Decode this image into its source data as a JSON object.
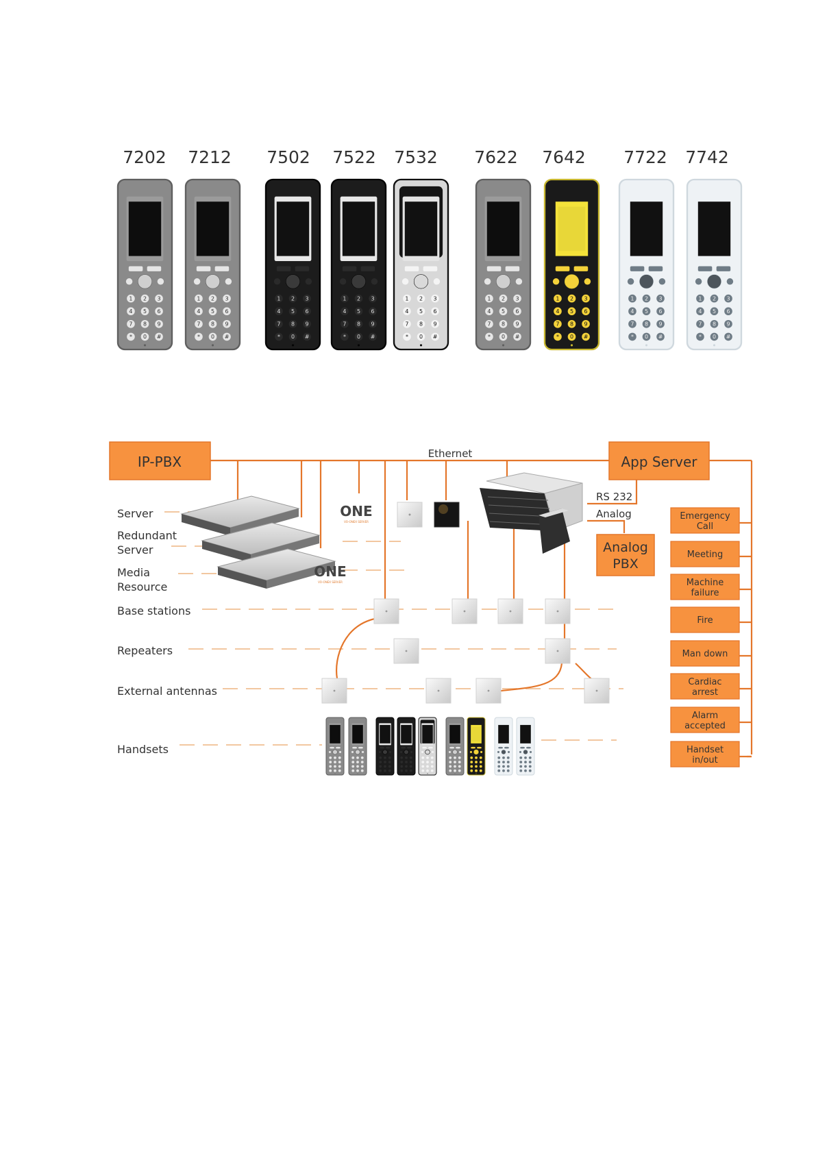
{
  "colors": {
    "orange_fill": "#f7923f",
    "orange_line": "#e4762a",
    "dashed_line": "#f2c7a0",
    "text": "#333333",
    "grey_handset": "#8c8c8c",
    "black_handset": "#1e1e1e",
    "silver_handset": "#d9d9d9",
    "yellow_accent": "#f5e23c",
    "white_handset": "#eeeeee"
  },
  "handset_models": [
    {
      "label": "7202",
      "style": "grey"
    },
    {
      "label": "7212",
      "style": "grey"
    },
    {
      "label": "7502",
      "style": "black"
    },
    {
      "label": "7522",
      "style": "black"
    },
    {
      "label": "7532",
      "style": "silver"
    },
    {
      "label": "7622",
      "style": "grey"
    },
    {
      "label": "7642",
      "style": "yellow"
    },
    {
      "label": "7722",
      "style": "white"
    },
    {
      "label": "7742",
      "style": "white"
    }
  ],
  "diagram": {
    "ip_pbx": "IP-PBX",
    "app_server": "App Server",
    "ethernet": "Ethernet",
    "rs232": "RS 232",
    "analog": "Analog",
    "analog_pbx": [
      "Analog",
      "PBX"
    ],
    "one_logo": "ONE",
    "one_subtext": "VO-ONEX SERVER",
    "tiers": {
      "server": [
        "Server"
      ],
      "redundant": [
        "Redundant",
        "Server"
      ],
      "media": [
        "Media",
        "Resource"
      ],
      "base": [
        "Base stations"
      ],
      "repeaters": [
        "Repeaters"
      ],
      "antennas": [
        "External antennas"
      ],
      "handsets": [
        "Handsets"
      ]
    },
    "events": [
      [
        "Emergency",
        "Call"
      ],
      [
        "Meeting"
      ],
      [
        "Machine",
        "failure"
      ],
      [
        "Fire"
      ],
      [
        "Man down"
      ],
      [
        "Cardiac",
        "arrest"
      ],
      [
        "Alarm",
        "accepted"
      ],
      [
        "Handset",
        "in/out"
      ]
    ]
  }
}
